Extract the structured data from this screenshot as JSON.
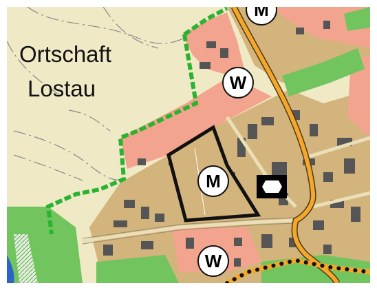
{
  "map": {
    "place_label_line1": "Ortschaft",
    "place_label_line2": "Lostau",
    "zone_labels": [
      "M",
      "W",
      "M",
      "W"
    ],
    "legend_symbol": "hexagon-icon",
    "colors": {
      "background_beige": "#efe9c6",
      "village_land": "#d3b47c",
      "residential": "#f3a48e",
      "green_area": "#72c55e",
      "green_boundary": "#29b331",
      "road": "#f4a72a",
      "building": "#555555",
      "water": "#2b64c8"
    }
  }
}
